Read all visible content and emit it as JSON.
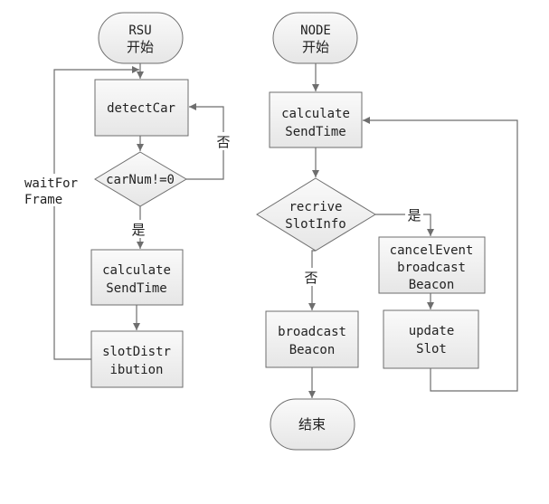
{
  "rsu": {
    "start": [
      "RSU",
      "开始"
    ],
    "detect": [
      "detectCar"
    ],
    "decision": [
      "carNum!=0"
    ],
    "calc": [
      "calculate",
      "SendTime"
    ],
    "slot": [
      "slotDistr",
      "ibution"
    ],
    "loop_label": [
      "waitFor",
      "Frame"
    ],
    "yes": "是",
    "no": "否"
  },
  "node": {
    "start": [
      "NODE",
      "开始"
    ],
    "calc": [
      "calculate",
      "SendTime"
    ],
    "decision": [
      "recrive",
      "SlotInfo"
    ],
    "cancel": [
      "cancelEvent",
      "broadcast",
      "Beacon"
    ],
    "update": [
      "update",
      "Slot"
    ],
    "broadcast": [
      "broadcast",
      "Beacon"
    ],
    "end": [
      "结束"
    ],
    "yes": "是",
    "no": "否"
  }
}
